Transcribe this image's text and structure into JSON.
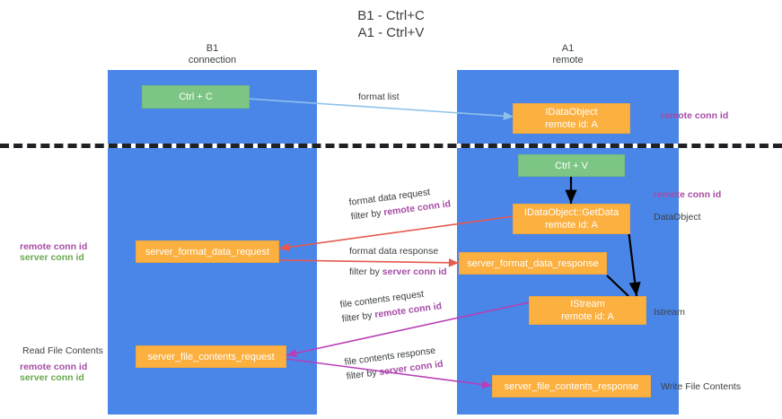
{
  "title": "B1 - Ctrl+C\nA1 - Ctrl+V",
  "columns": [
    {
      "name": "left-lane-header",
      "label": "B1\nconnection"
    },
    {
      "name": "right-lane-header",
      "label": "A1\nremote"
    }
  ],
  "colors": {
    "lane": "#4a86e8",
    "green_node": "#7dc584",
    "orange_node": "#fbb040",
    "purple_text": "#a64ca6",
    "green_text": "#6aa84f",
    "red_arrow": "#e8584f",
    "magenta_arrow": "#b83fb8",
    "blue_arrow": "#8fc2ea",
    "black_arrow": "#000000",
    "divider": "#202124",
    "text": "#3c4043"
  },
  "nodes": [
    {
      "id": "ctrl-c",
      "label": "Ctrl + C",
      "color": "green"
    },
    {
      "id": "idataobject",
      "label": "IDataObject\nremote id: A",
      "color": "orange"
    },
    {
      "id": "ctrl-v",
      "label": "Ctrl + V",
      "color": "green"
    },
    {
      "id": "idataobject-getdata",
      "label": "IDataObject::GetData\nremote id: A",
      "color": "orange"
    },
    {
      "id": "server-format-data-request",
      "label": "server_format_data_request",
      "color": "orange"
    },
    {
      "id": "server-format-data-response",
      "label": "server_format_data_response",
      "color": "orange"
    },
    {
      "id": "istream",
      "label": "IStream\nremote id: A",
      "color": "orange"
    },
    {
      "id": "server-file-contents-request",
      "label": "server_file_contents_request",
      "color": "orange"
    },
    {
      "id": "server-file-contents-response",
      "label": "server_file_contents_response",
      "color": "orange"
    }
  ],
  "edge_labels": {
    "format_list": "format list",
    "format_data_request": "format data request",
    "format_data_request_filter_prefix": "filter by ",
    "format_data_request_filter_key": "remote conn id",
    "format_data_response": "format data response",
    "format_data_response_filter_prefix": "filter by ",
    "format_data_response_filter_key": "server conn id",
    "file_contents_request": "file contents request",
    "file_contents_request_filter_prefix": "filter by ",
    "file_contents_request_filter_key": "remote conn id",
    "file_contents_response": "file contents response",
    "file_contents_response_filter_prefix": "filter by ",
    "file_contents_response_filter_key": "server conn id"
  },
  "side_labels": {
    "right_remote_conn_id_top": "remote conn id",
    "right_remote_conn_id_mid": "remote conn id",
    "right_dataobject": "DataObject",
    "right_istream": "Istream",
    "right_write_file_contents": "Write File Contents",
    "left_remote_conn_id": "remote conn id",
    "left_server_conn_id": "server conn id",
    "left_read_file_contents": "Read File Contents",
    "left_bottom_remote_conn_id": "remote conn id",
    "left_bottom_server_conn_id": "server conn id"
  }
}
